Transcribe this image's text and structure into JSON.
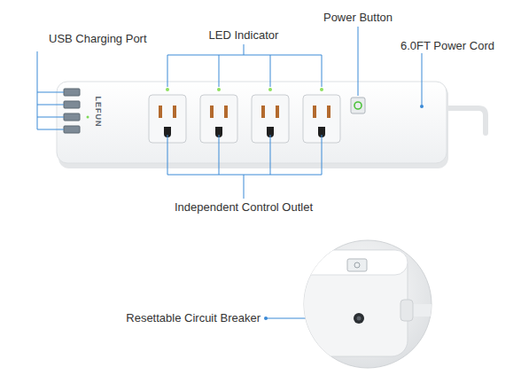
{
  "diagram": {
    "labels": [
      "USB Charging Port",
      "LED Indicator",
      "Power Button",
      "6.0FT Power Cord",
      "LEFUN",
      "Independent Control Outlet",
      "Resettable Circuit Breaker"
    ]
  }
}
